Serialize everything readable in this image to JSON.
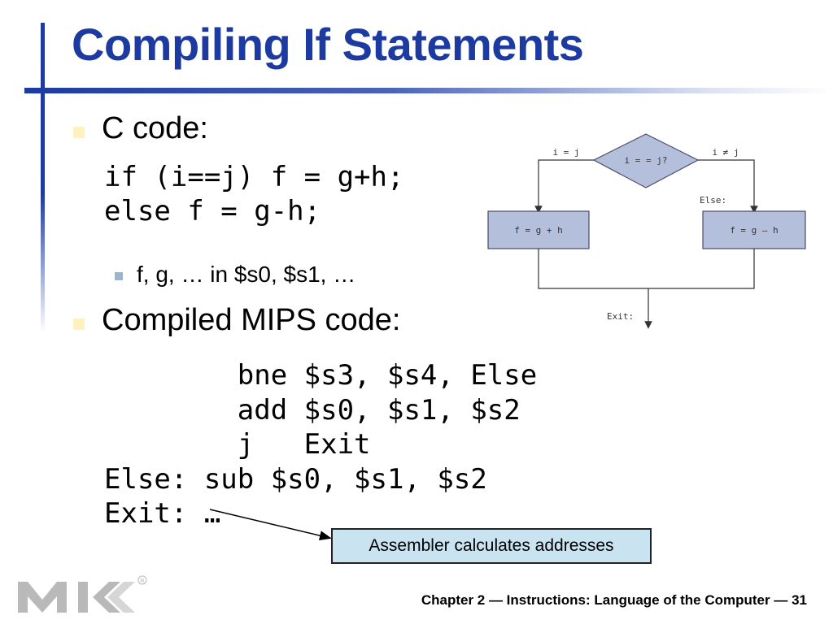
{
  "slide": {
    "title": "Compiling If Statements",
    "bullets": {
      "c_code_heading": "C code:",
      "c_code_lines": [
        "if (i==j) f = g+h;",
        "else f = g-h;"
      ],
      "sub_bullet": "f, g, … in $s0, $s1, …",
      "mips_heading": "Compiled MIPS code:"
    },
    "mips_code": [
      "        bne $s3, $s4, Else",
      "        add $s0, $s1, $s2",
      "        j   Exit",
      "Else: sub $s0, $s1, $s2",
      "Exit: …"
    ],
    "callout": "Assembler calculates addresses",
    "footer": "Chapter 2 — Instructions: Language of the Computer — 31",
    "logo": "MK"
  },
  "flowchart": {
    "decision": "i = = j?",
    "true_label": "i = j",
    "false_label": "i ≠ j",
    "left_box": "f = g + h",
    "right_box": "f = g – h",
    "else_label": "Else:",
    "exit_label": "Exit:"
  },
  "colors": {
    "title": "#1c3aa0",
    "bullet_main": "#fff2bf",
    "bullet_sub": "#9db4cf",
    "callout_bg": "#c9e3f1",
    "flow_box": "#b4bfdc",
    "logo_gray": "#b9b9b9"
  }
}
